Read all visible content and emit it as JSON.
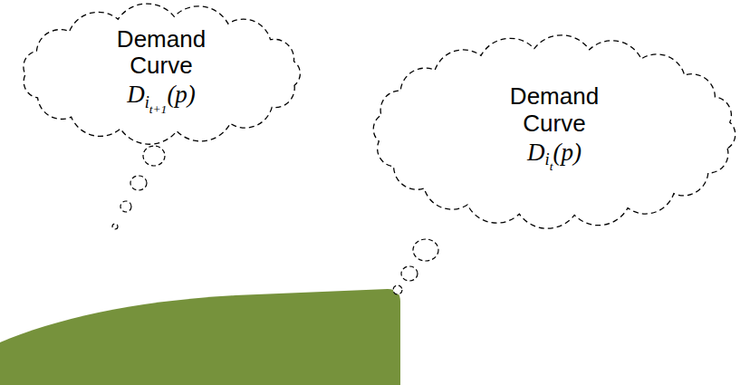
{
  "diagram": {
    "nodes": [
      {
        "text": [
          "Demand Curve",
          "D",
          "i",
          "t+1",
          "(p)"
        ]
      },
      {
        "text": [
          "Demand Curve",
          "D",
          "i",
          "t",
          "(p)"
        ]
      }
    ]
  }
}
